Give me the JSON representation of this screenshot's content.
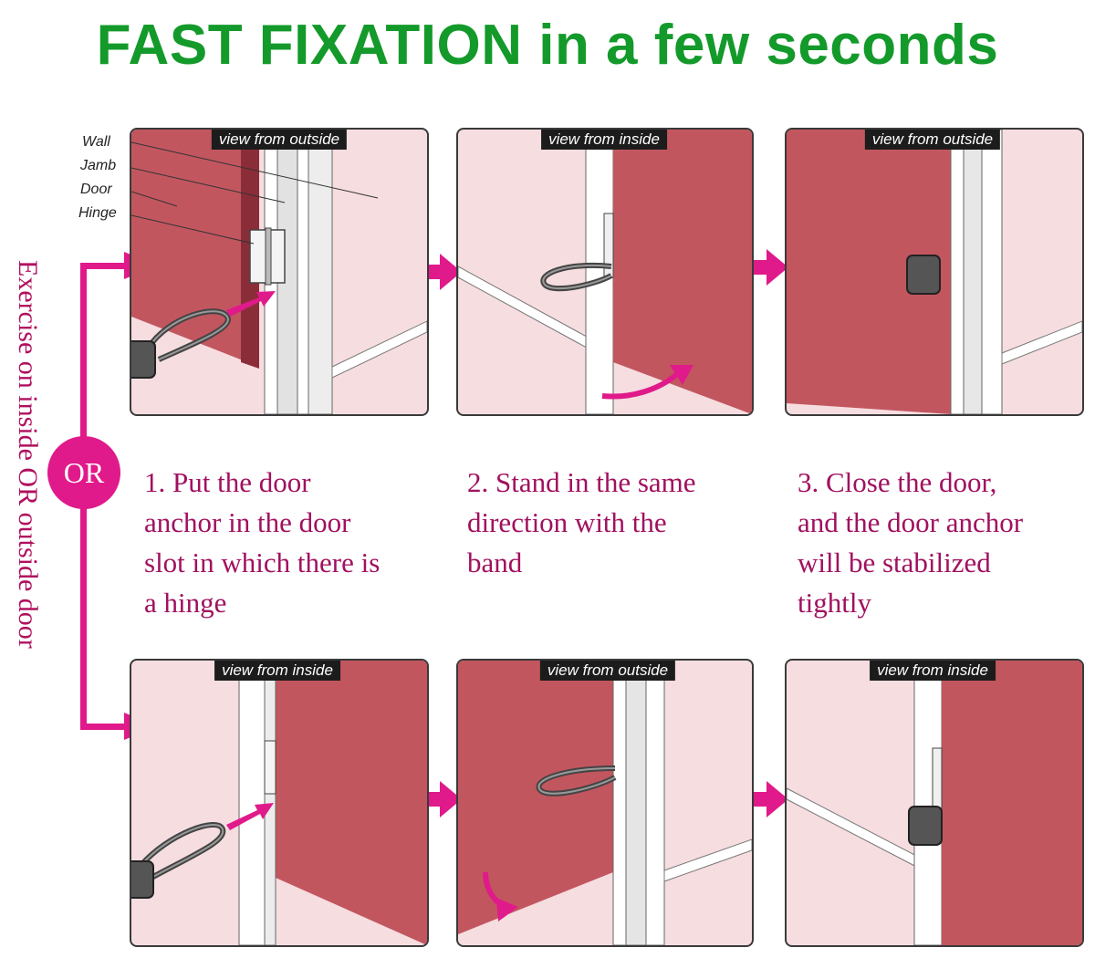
{
  "title": "FAST FIXATION in a few seconds",
  "side_label": "Exercise on inside OR outside door",
  "or_label": "OR",
  "legend_labels": [
    "Wall",
    "Jamb",
    "Door",
    "Hinge"
  ],
  "panels": [
    {
      "view": "view from outside"
    },
    {
      "view": "view from inside"
    },
    {
      "view": "view from outside"
    },
    {
      "view": "view from inside"
    },
    {
      "view": "view from outside"
    },
    {
      "view": "view from inside"
    }
  ],
  "steps": [
    {
      "lines": [
        "1. Put the door",
        "anchor in the door",
        "slot in which there is",
        "a hinge"
      ]
    },
    {
      "lines": [
        "2. Stand in the same",
        "direction with the",
        "band"
      ]
    },
    {
      "lines": [
        "3. Close the door,",
        "and the door anchor",
        "will be stabilized",
        "tightly"
      ]
    }
  ],
  "colors": {
    "title": "#139a2a",
    "accent": "#e01a8a",
    "text": "#a1105f",
    "door": "#c2565f",
    "wall": "#f6dde0"
  }
}
